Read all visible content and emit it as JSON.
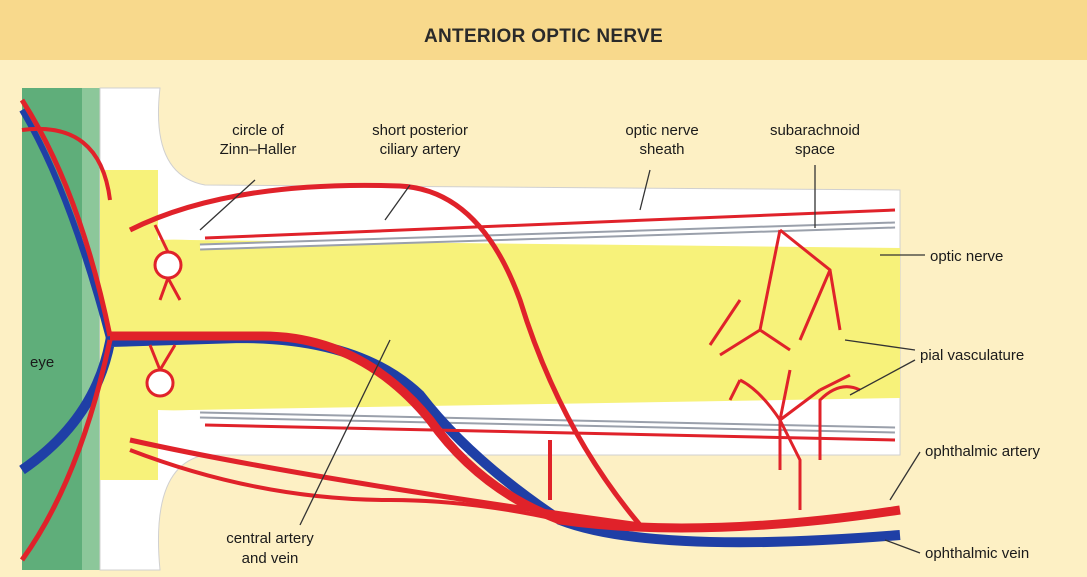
{
  "title": "ANTERIOR OPTIC NERVE",
  "labels": {
    "eye": "eye",
    "circle_line1": "circle of",
    "circle_line2": "Zinn–Haller",
    "spca_line1": "short posterior",
    "spca_line2": "ciliary artery",
    "sheath_line1": "optic nerve",
    "sheath_line2": "sheath",
    "subarach_line1": "subarachnoid",
    "subarach_line2": "space",
    "optic_nerve": "optic nerve",
    "pial": "pial vasculature",
    "ophthalmic_artery": "ophthalmic artery",
    "central_line1": "central artery",
    "central_line2": "and vein",
    "ophthalmic_vein": "ophthalmic vein"
  },
  "colors": {
    "artery": "#e0222a",
    "vein": "#1f3fa6",
    "nerve": "#f7f27a",
    "sheath": "#ffffff",
    "eye_wall": "#5fae7a",
    "subarachnoid": "#9aa0ab",
    "background": "#fdf0c4",
    "title_band": "#f8d98c"
  }
}
